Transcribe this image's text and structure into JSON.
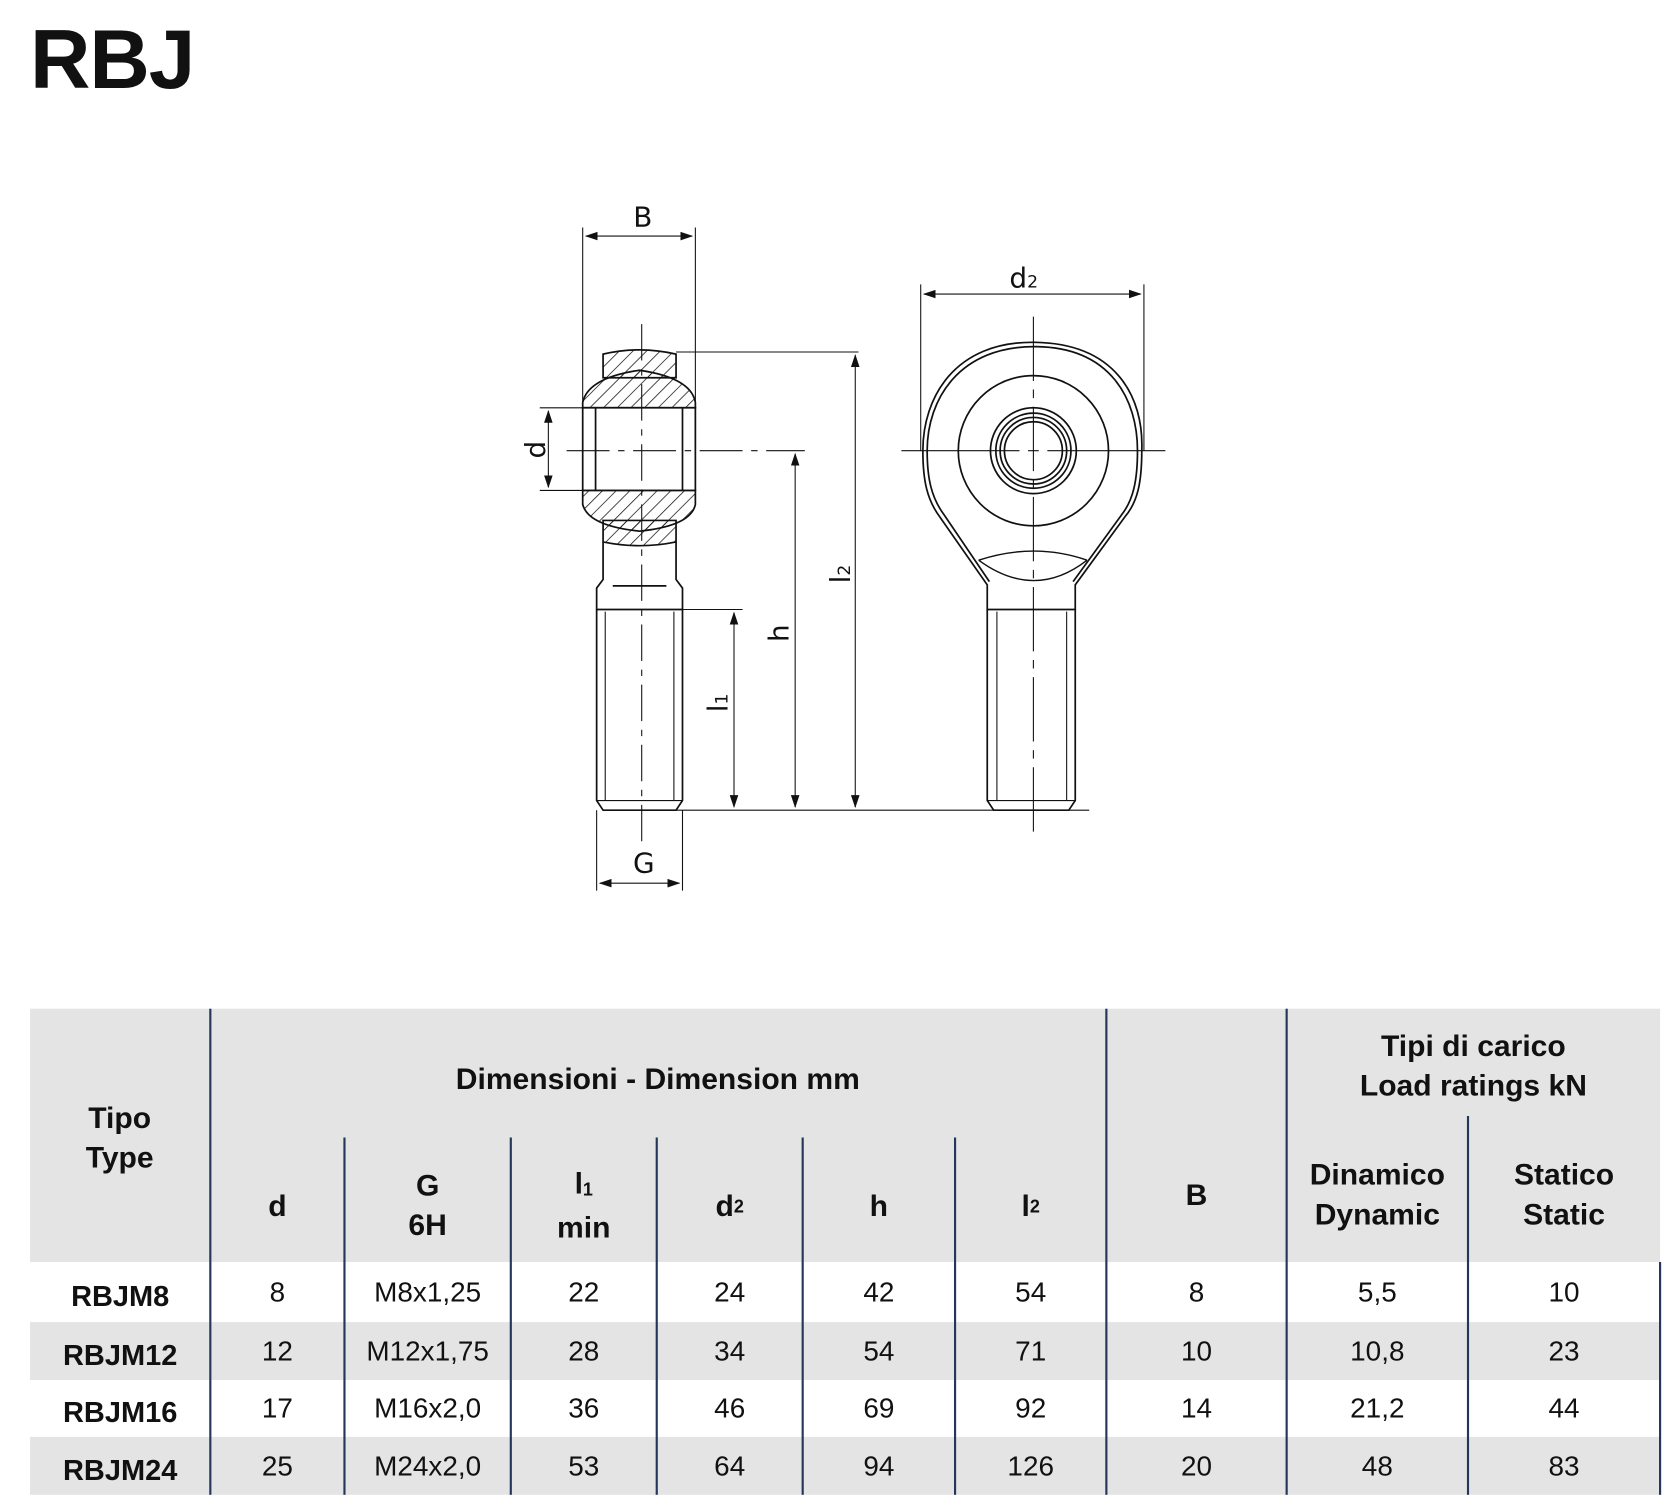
{
  "title": "RBJ",
  "drawing": {
    "labels": {
      "B": "B",
      "d": "d",
      "h": "h",
      "l2": "l",
      "l2_sub": "2",
      "l1": "l",
      "l1_sub": "1",
      "G": "G",
      "d2": "d",
      "d2_sub": "2"
    }
  },
  "table": {
    "header": {
      "type": [
        "Tipo",
        "Type"
      ],
      "dimensions": "Dimensioni - Dimension mm",
      "load": [
        "Tipi di carico",
        "Load ratings kN"
      ],
      "cols": {
        "d": "d",
        "G": [
          "G",
          "6H"
        ],
        "l1": [
          "l",
          "1",
          "min"
        ],
        "d2": [
          "d",
          "2"
        ],
        "h": "h",
        "l2": [
          "l",
          "2"
        ],
        "B": "B",
        "dynamic": [
          "Dinamico",
          "Dynamic"
        ],
        "static": [
          "Statico",
          "Static"
        ]
      }
    },
    "rows": [
      [
        "RBJM8",
        "8",
        "M8x1,25",
        "22",
        "24",
        "42",
        "54",
        "8",
        "5,5",
        "10"
      ],
      [
        "RBJM12",
        "12",
        "M12x1,75",
        "28",
        "34",
        "54",
        "71",
        "10",
        "10,8",
        "23"
      ],
      [
        "RBJM16",
        "17",
        "M16x2,0",
        "36",
        "46",
        "69",
        "92",
        "14",
        "21,2",
        "44"
      ],
      [
        "RBJM24",
        "25",
        "M24x2,0",
        "53",
        "64",
        "94",
        "126",
        "20",
        "48",
        "83"
      ]
    ]
  },
  "colors": {
    "header_bg": "#e4e4e4",
    "divider": "#24365a",
    "text": "#111111"
  }
}
